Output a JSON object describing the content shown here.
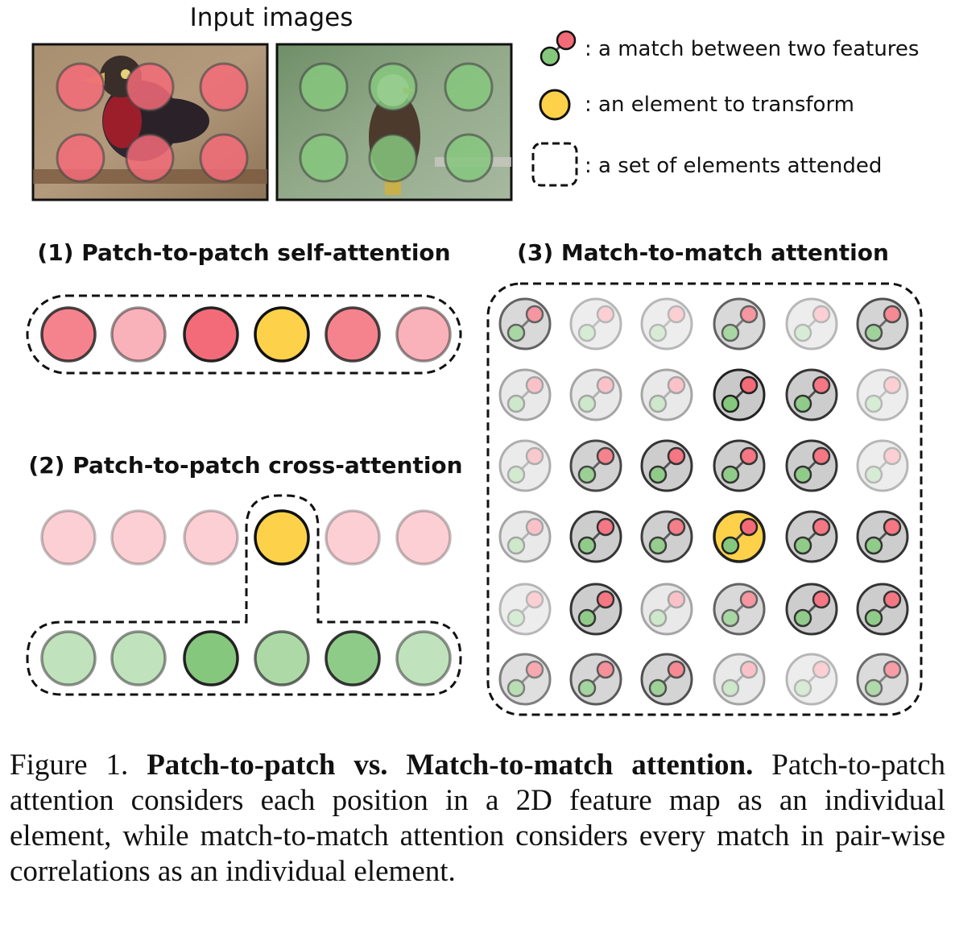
{
  "figure": {
    "input_title": "Input images",
    "legend": {
      "match": ": a match between two features",
      "element": ": an element to transform",
      "set": ": a set of elements attended"
    },
    "panel1_title": "(1) Patch-to-patch self-attention",
    "panel2_title": "(2) Patch-to-patch cross-attention",
    "panel3_title": "(3) Match-to-match attention",
    "panel1_levels": [
      0.8,
      0.4,
      1.0,
      "query",
      0.8,
      0.4
    ],
    "panel2_top_levels": [
      0.15,
      0.15,
      0.15,
      "query",
      0.15,
      0.15
    ],
    "panel2_bottom_levels": [
      0.4,
      0.4,
      1.0,
      0.6,
      0.9,
      0.4
    ],
    "panel3_grid": [
      [
        0.65,
        0.2,
        0.2,
        0.65,
        0.2,
        0.75
      ],
      [
        0.3,
        0.3,
        0.3,
        1.0,
        0.9,
        0.2
      ],
      [
        0.25,
        0.8,
        0.9,
        0.9,
        0.9,
        0.2
      ],
      [
        0.3,
        0.9,
        0.85,
        "query",
        0.9,
        0.9
      ],
      [
        0.2,
        0.9,
        0.3,
        0.65,
        0.9,
        0.9
      ],
      [
        0.5,
        0.7,
        0.75,
        0.3,
        0.2,
        0.6
      ]
    ],
    "colors": {
      "red": "#f36b78",
      "green": "#86c77e",
      "query": "#fdd24a",
      "gray_disk": "#c9c9c9"
    }
  },
  "caption": {
    "label": "Figure 1.",
    "bold": "Patch-to-patch vs. Match-to-match attention.",
    "text": " Patch-to-patch attention considers each position in a 2D feature map as an individual element, while match-to-match attention considers every match in pair-wise correlations as an individual element."
  }
}
